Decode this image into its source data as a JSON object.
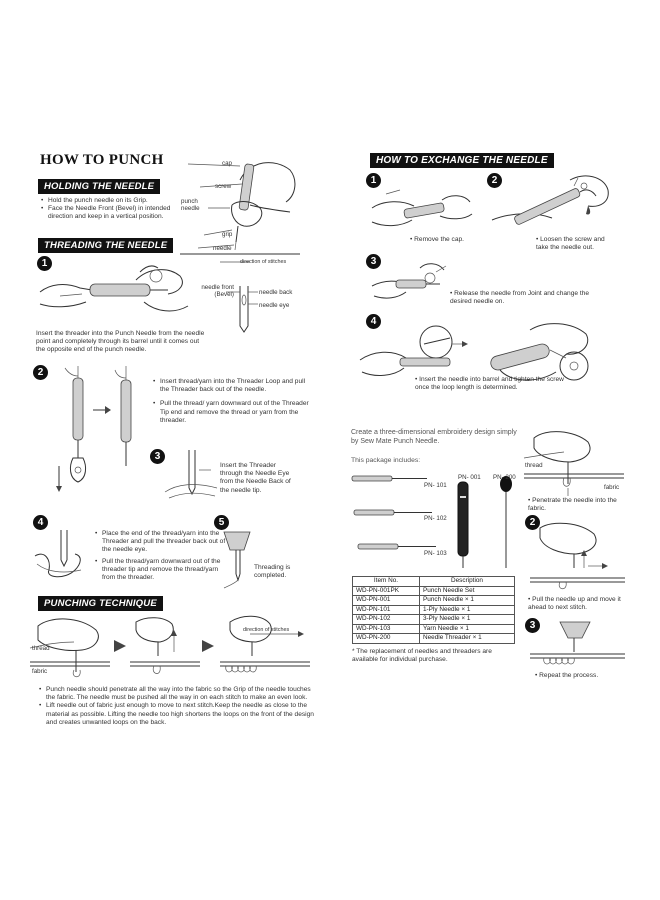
{
  "left": {
    "title": "HOW TO PUNCH",
    "holding": {
      "heading": "HOLDING THE NEEDLE",
      "bullets": [
        "Hold the punch needle on its Grip.",
        "Face the Needle Front (Bevel) in intended direction and keep in a vertical position."
      ],
      "labels": {
        "cap": "cap",
        "screw": "screw",
        "punch_needle": "punch needle",
        "grip": "grip",
        "needle": "needle",
        "direction": "direction of stitches"
      }
    },
    "threading": {
      "heading": "THREADING THE NEEDLE",
      "step1_text": "Insert the threader into the Punch Needle from the needle point and completely through its barrel until it comes out the opposite end of the punch needle.",
      "needle_front_label": "needle front (Bevel)",
      "needle_back_label": "needle back",
      "needle_eye_label": "needle eye",
      "step2_bullets": [
        "Insert thread/yarn into the Threader Loop and pull the Threader back out of the needle.",
        "Pull the thread/ yarn downward out of the Threader Tip end and remove the thread or yarn from the threader."
      ],
      "step3_text": "Insert the Threader through the Needle Eye from the Needle Back of the needle tip.",
      "step4_bullets": [
        "Place the end of the thread/yarn into the Threader and pull the threader back out of the needle eye.",
        "Pull the thread/yarn downward out of the threader tip and remove the thread/yarn from the threader."
      ],
      "step5_text": "Threading is completed."
    },
    "punching": {
      "heading": "PUNCHING TECHNIQUE",
      "thread_label": "thread",
      "fabric_label": "fabric",
      "direction_label": "direction of stitches",
      "bullets": [
        "Punch needle should penetrate all the way into the fabric so the Grip of the needle touches the fabric. The needle must be pushed all the way in on each stitch to make an even look.",
        "Lift needle out of fabric just enough to move to next stitch.Keep the needle as close to the material as possible. Lifting the needle too high shortens the loops on the front of the design and creates unwanted loops on the back."
      ]
    }
  },
  "right": {
    "exchange": {
      "heading": "HOW TO EXCHANGE THE NEEDLE",
      "step1_text": "Remove the cap.",
      "step2_text": "Loosen the screw and take the needle out.",
      "step3_text": "Release the needle from Joint and change the desired needle on.",
      "step4_text": "Insert the needle into barrel and tighten the screw once the loop length is determined."
    },
    "package": {
      "intro": "Create a three-dimensional embroidery design simply by Sew Mate Punch Needle.",
      "includes": "This package includes:",
      "needle_labels": [
        "PN- 101",
        "PN- 102",
        "PN- 103"
      ],
      "tool_labels": [
        "PN- 001",
        "PN- 200"
      ],
      "table_headers": [
        "Item No.",
        "Description"
      ],
      "table_rows": [
        [
          "WD-PN-001PK",
          "Punch Needle Set"
        ],
        [
          "WD-PN-001",
          "Punch Needle × 1"
        ],
        [
          "WD-PN-101",
          "1-Ply Needle × 1"
        ],
        [
          "WD-PN-102",
          "3-Ply Needle × 1"
        ],
        [
          "WD-PN-103",
          "Yarn Needle × 1"
        ],
        [
          "WD-PN-200",
          "Needle Threader × 1"
        ]
      ],
      "note": "The replacement of needles and threaders are available for individual purchase."
    },
    "side_steps": {
      "thread_label": "thread",
      "fabric_label": "fabric",
      "step1_text": "Penetrate the needle into the fabric.",
      "step2_text": "Pull the needle up and move it ahead to next stitch.",
      "step3_text": "Repeat the process."
    }
  },
  "step_numbers": [
    "1",
    "2",
    "3",
    "4",
    "5"
  ]
}
